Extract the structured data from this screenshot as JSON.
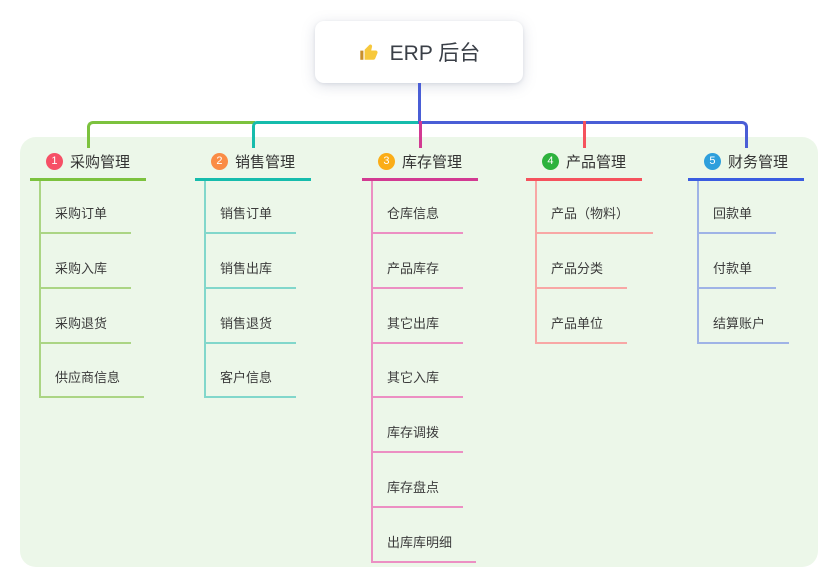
{
  "root": {
    "title": "ERP 后台",
    "icon": "thumbs-up",
    "icon_color": "#f7c83c",
    "icon_cuff_color": "#c98f2a",
    "connector_color": "#4a5ed6"
  },
  "panel": {
    "background": "#ecf7e9"
  },
  "branches": [
    {
      "number": "1",
      "title": "采购管理",
      "badge_color": "#f65066",
      "line_color": "#7cc23e",
      "child_line_color": "#abd584",
      "children": [
        "采购订单",
        "采购入库",
        "采购退货",
        "供应商信息"
      ]
    },
    {
      "number": "2",
      "title": "销售管理",
      "badge_color": "#fa8c45",
      "line_color": "#16bcac",
      "child_line_color": "#81d7cb",
      "children": [
        "销售订单",
        "销售出库",
        "销售退货",
        "客户信息"
      ]
    },
    {
      "number": "3",
      "title": "库存管理",
      "badge_color": "#fbad17",
      "line_color": "#d23a92",
      "child_line_color": "#ec8fc3",
      "children": [
        "仓库信息",
        "产品库存",
        "其它出库",
        "其它入库",
        "库存调拨",
        "库存盘点",
        "出库库明细"
      ]
    },
    {
      "number": "4",
      "title": "产品管理",
      "badge_color": "#2db23d",
      "line_color": "#f5525d",
      "child_line_color": "#f8a7a5",
      "children": [
        "产品（物料）",
        "产品分类",
        "产品单位"
      ]
    },
    {
      "number": "5",
      "title": "财务管理",
      "badge_color": "#2e9fdc",
      "line_color": "#3a5ce0",
      "child_line_color": "#9fb3e6",
      "children": [
        "回款单",
        "付款单",
        "结算账户"
      ]
    }
  ]
}
